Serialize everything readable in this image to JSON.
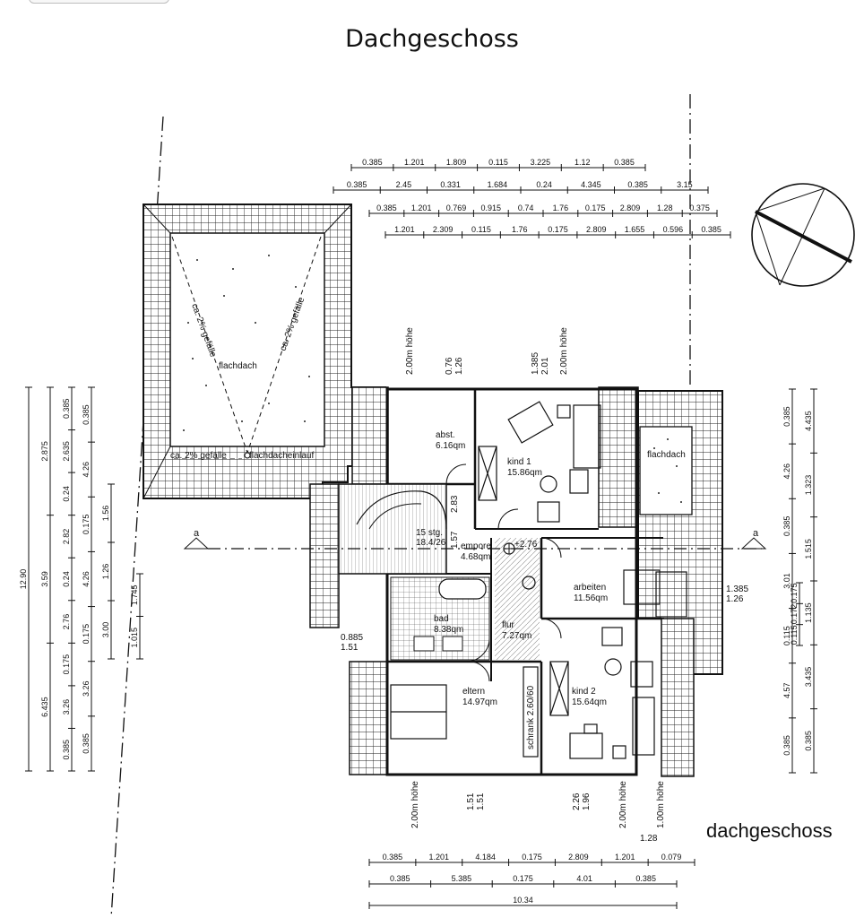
{
  "page": {
    "title": "Dachgeschoss",
    "caption": "dachgeschoss"
  },
  "rooms": {
    "abst": {
      "name": "abst.",
      "area": "6.16qm"
    },
    "kind1": {
      "name": "kind 1",
      "area": "15.86qm"
    },
    "stair": {
      "name": "15 stg.",
      "area": "18.4/26"
    },
    "empore": {
      "name": "empore",
      "area": "4.68qm"
    },
    "arbeiten": {
      "name": "arbeiten",
      "area": "11.56qm"
    },
    "bad": {
      "name": "bad",
      "area": "8.38qm"
    },
    "flur": {
      "name": "flur",
      "area": "7.27qm"
    },
    "eltern": {
      "name": "eltern",
      "area": "14.97qm"
    },
    "kind2": {
      "name": "kind 2",
      "area": "15.64qm"
    },
    "schrank": "schrank 2.60/60",
    "level": "+2.76"
  },
  "roof": {
    "flachdach_left": "flachdach",
    "flachdach_right": "flachdach",
    "slope1": "ca. 2% gefälle",
    "slope2": "ca. 2% gefälle",
    "slope3": "ca. 2% gefälle",
    "drain": "flachdacheinlauf"
  },
  "heights": {
    "h200": "2.00m höhe",
    "h100": "1.00m höhe"
  },
  "section_marker": "a",
  "dims_top": [
    [
      "0.385",
      "1.201",
      "1.809",
      "0.115",
      "3.225",
      "1.12",
      "0.385"
    ],
    [
      "0.385",
      "2.45",
      "0.331",
      "1.684",
      "0.24",
      "4.345",
      "0.385",
      "3.15"
    ],
    [
      "0.385",
      "1.201",
      "0.769",
      "0.915",
      "0.74",
      "1.76",
      "0.175",
      "2.809",
      "1.28",
      "0.375"
    ],
    [
      "1.201",
      "2.309",
      "0.115",
      "1.76",
      "0.175",
      "2.809",
      "1.655",
      "0.596",
      "0.385"
    ]
  ],
  "dims_bottom": [
    [
      "0.385",
      "1.201",
      "4.184",
      "0.175",
      "2.809",
      "1.201",
      "0.079"
    ],
    [
      "0.385",
      "5.385",
      "0.175",
      "4.01",
      "0.385"
    ],
    [
      "10.34"
    ]
  ],
  "dims_left": [
    [
      "12.90"
    ],
    [
      "2.875",
      "3.59",
      "6.435"
    ],
    [
      "0.385",
      "2.635",
      "0.24",
      "2.82",
      "0.24",
      "2.76",
      "0.175",
      "3.26",
      "0.385"
    ],
    [
      "0.385",
      "4.26",
      "0.175",
      "4.26",
      "0.175",
      "3.26",
      "0.385"
    ],
    [
      "1.56",
      "1.26",
      "3.00"
    ],
    [
      "1.745",
      "1.015"
    ]
  ],
  "dims_right": [
    [
      "0.385",
      "4.26",
      "0.385",
      "3.01",
      "0.115",
      "4.57",
      "0.385"
    ],
    [
      "4.435",
      "1.323",
      "1.515",
      "1.135",
      "3.435",
      "0.385"
    ],
    [
      "0.175",
      "0.172",
      "0.115"
    ]
  ],
  "dims_inner": {
    "d1": "0.76",
    "d2": "1.26",
    "d3": "1.385",
    "d4": "2.01",
    "d5": "1.385",
    "d6": "1.26",
    "d7": "0.885",
    "d8": "1.51",
    "d9": "1.51",
    "d10": "1.51",
    "d11": "2.26",
    "d12": "1.96",
    "d13": "1.28",
    "d14": "2.83",
    "d15": "1.57"
  }
}
